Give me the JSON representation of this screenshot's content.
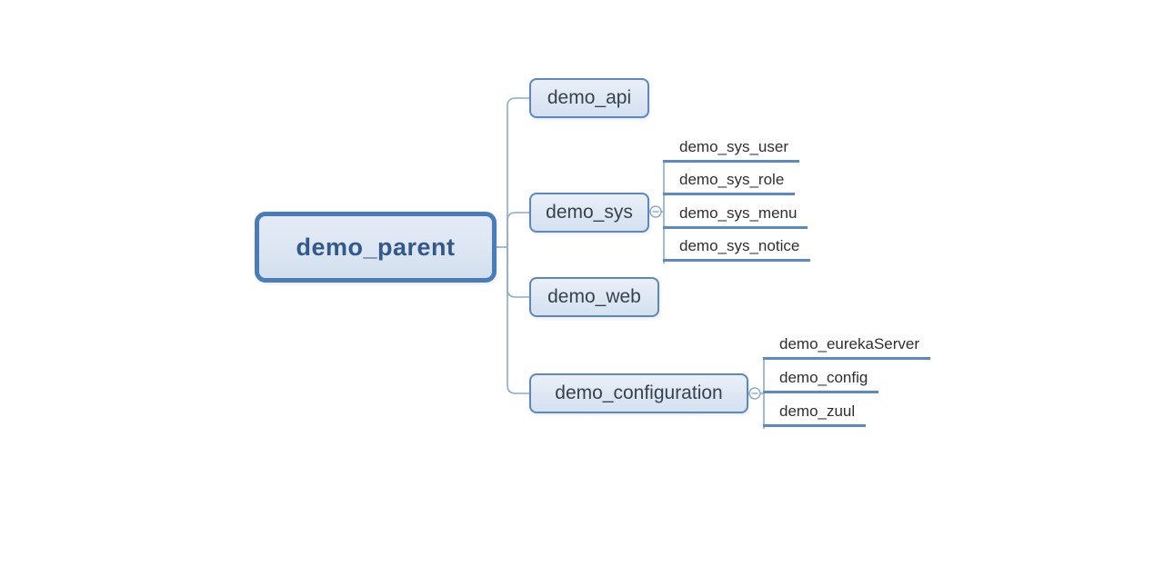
{
  "mindmap": {
    "title": "demo_parent mind map",
    "root": {
      "label": "demo_parent"
    },
    "branches": [
      {
        "label": "demo_api",
        "children": []
      },
      {
        "label": "demo_sys",
        "toggle": "collapse-minus",
        "children": [
          {
            "label": "demo_sys_user"
          },
          {
            "label": "demo_sys_role"
          },
          {
            "label": "demo_sys_menu"
          },
          {
            "label": "demo_sys_notice"
          }
        ]
      },
      {
        "label": "demo_web",
        "children": []
      },
      {
        "label": "demo_configuration",
        "toggle": "collapse-minus",
        "children": [
          {
            "label": "demo_eurekaServer"
          },
          {
            "label": "demo_config"
          },
          {
            "label": "demo_zuul"
          }
        ]
      }
    ],
    "colors": {
      "background": "#ffffff",
      "root_border": "#4a7cba",
      "root_text": "#33588c",
      "node_border": "#5b87c3",
      "node_fill_top": "#eaf0f8",
      "node_fill_bottom": "#d6e1f0",
      "node_text": "#36424f",
      "leaf_text": "#2f2f2f",
      "leaf_underline": "#5c88c6",
      "connector": "#8aa9d4"
    }
  }
}
